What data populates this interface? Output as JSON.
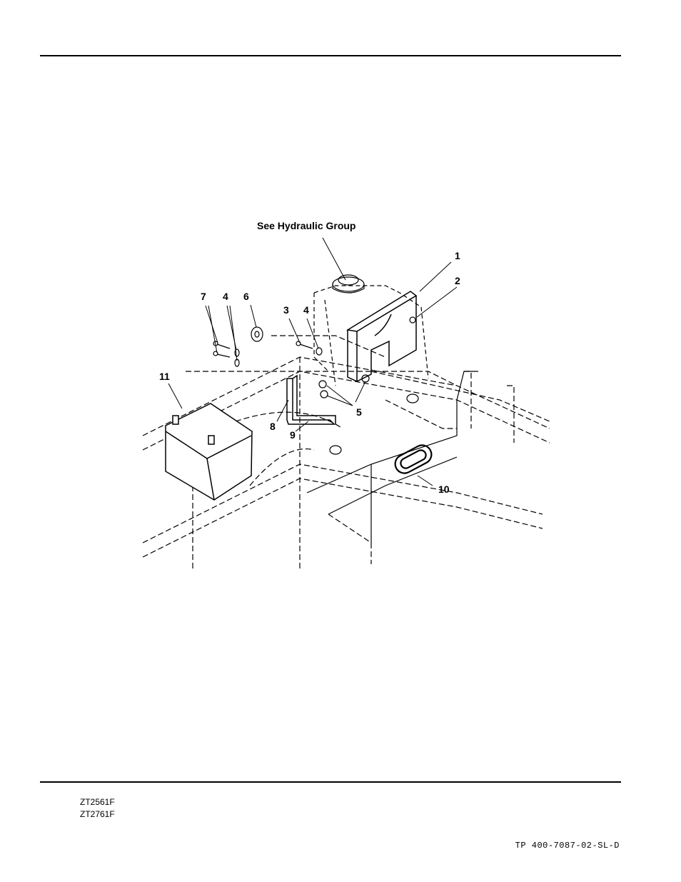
{
  "figure": {
    "callouts": {
      "see_group": "See Hydraulic Group",
      "c1": "1",
      "c2": "2",
      "c3": "3",
      "c4a": "4",
      "c4b": "4",
      "c5": "5",
      "c6": "6",
      "c7": "7",
      "c8": "8",
      "c9": "9",
      "c10": "10",
      "c11": "11"
    }
  },
  "footer": {
    "models": [
      "ZT2561F",
      "ZT2761F"
    ],
    "doc_number": "TP 400-7087-02-SL-D"
  }
}
